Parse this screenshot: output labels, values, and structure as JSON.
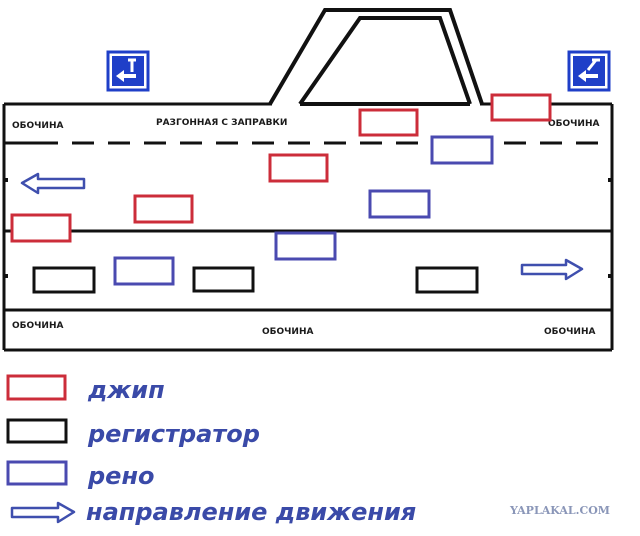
{
  "road": {
    "shoulder_label": "ОБОЧИНА",
    "merge_lane_label": "РАЗГОННАЯ С ЗАПРАВКИ"
  },
  "legend": {
    "jeep": "джип",
    "dashcam": "регистратор",
    "renault": "рено",
    "direction": "направление движения"
  },
  "colors": {
    "jeep": "#cc2d3a",
    "dashcam": "#111111",
    "renault": "#4a4ab0",
    "arrow": "#3f4fae",
    "sign_bg": "#1f3fc8",
    "label_text": "#3a4aa8"
  },
  "icons": {
    "left_sign": "exit-left-sign-icon",
    "right_sign": "exit-right-sign-icon",
    "arrow_left": "arrow-left-icon",
    "arrow_right": "arrow-right-icon"
  },
  "watermark": "YAPLAKAL.COM"
}
